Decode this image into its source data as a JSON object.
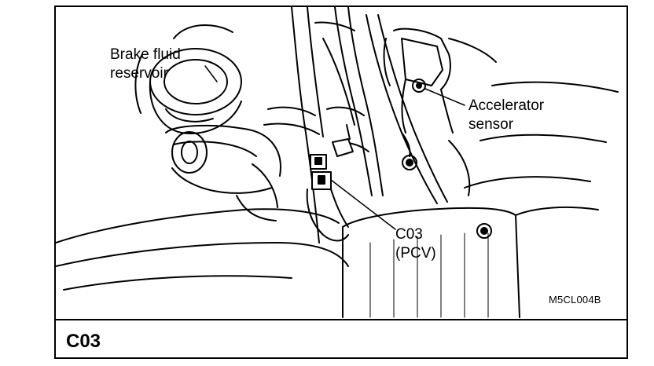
{
  "labels": {
    "brake_line1": "Brake fluid",
    "brake_line2": "reservoir",
    "accel_line1": "Accelerator",
    "accel_line2": "sensor",
    "c03_line1": "C03",
    "c03_line2": "(PCV)"
  },
  "figure_code": "M5CL004B",
  "section_label": "C03"
}
